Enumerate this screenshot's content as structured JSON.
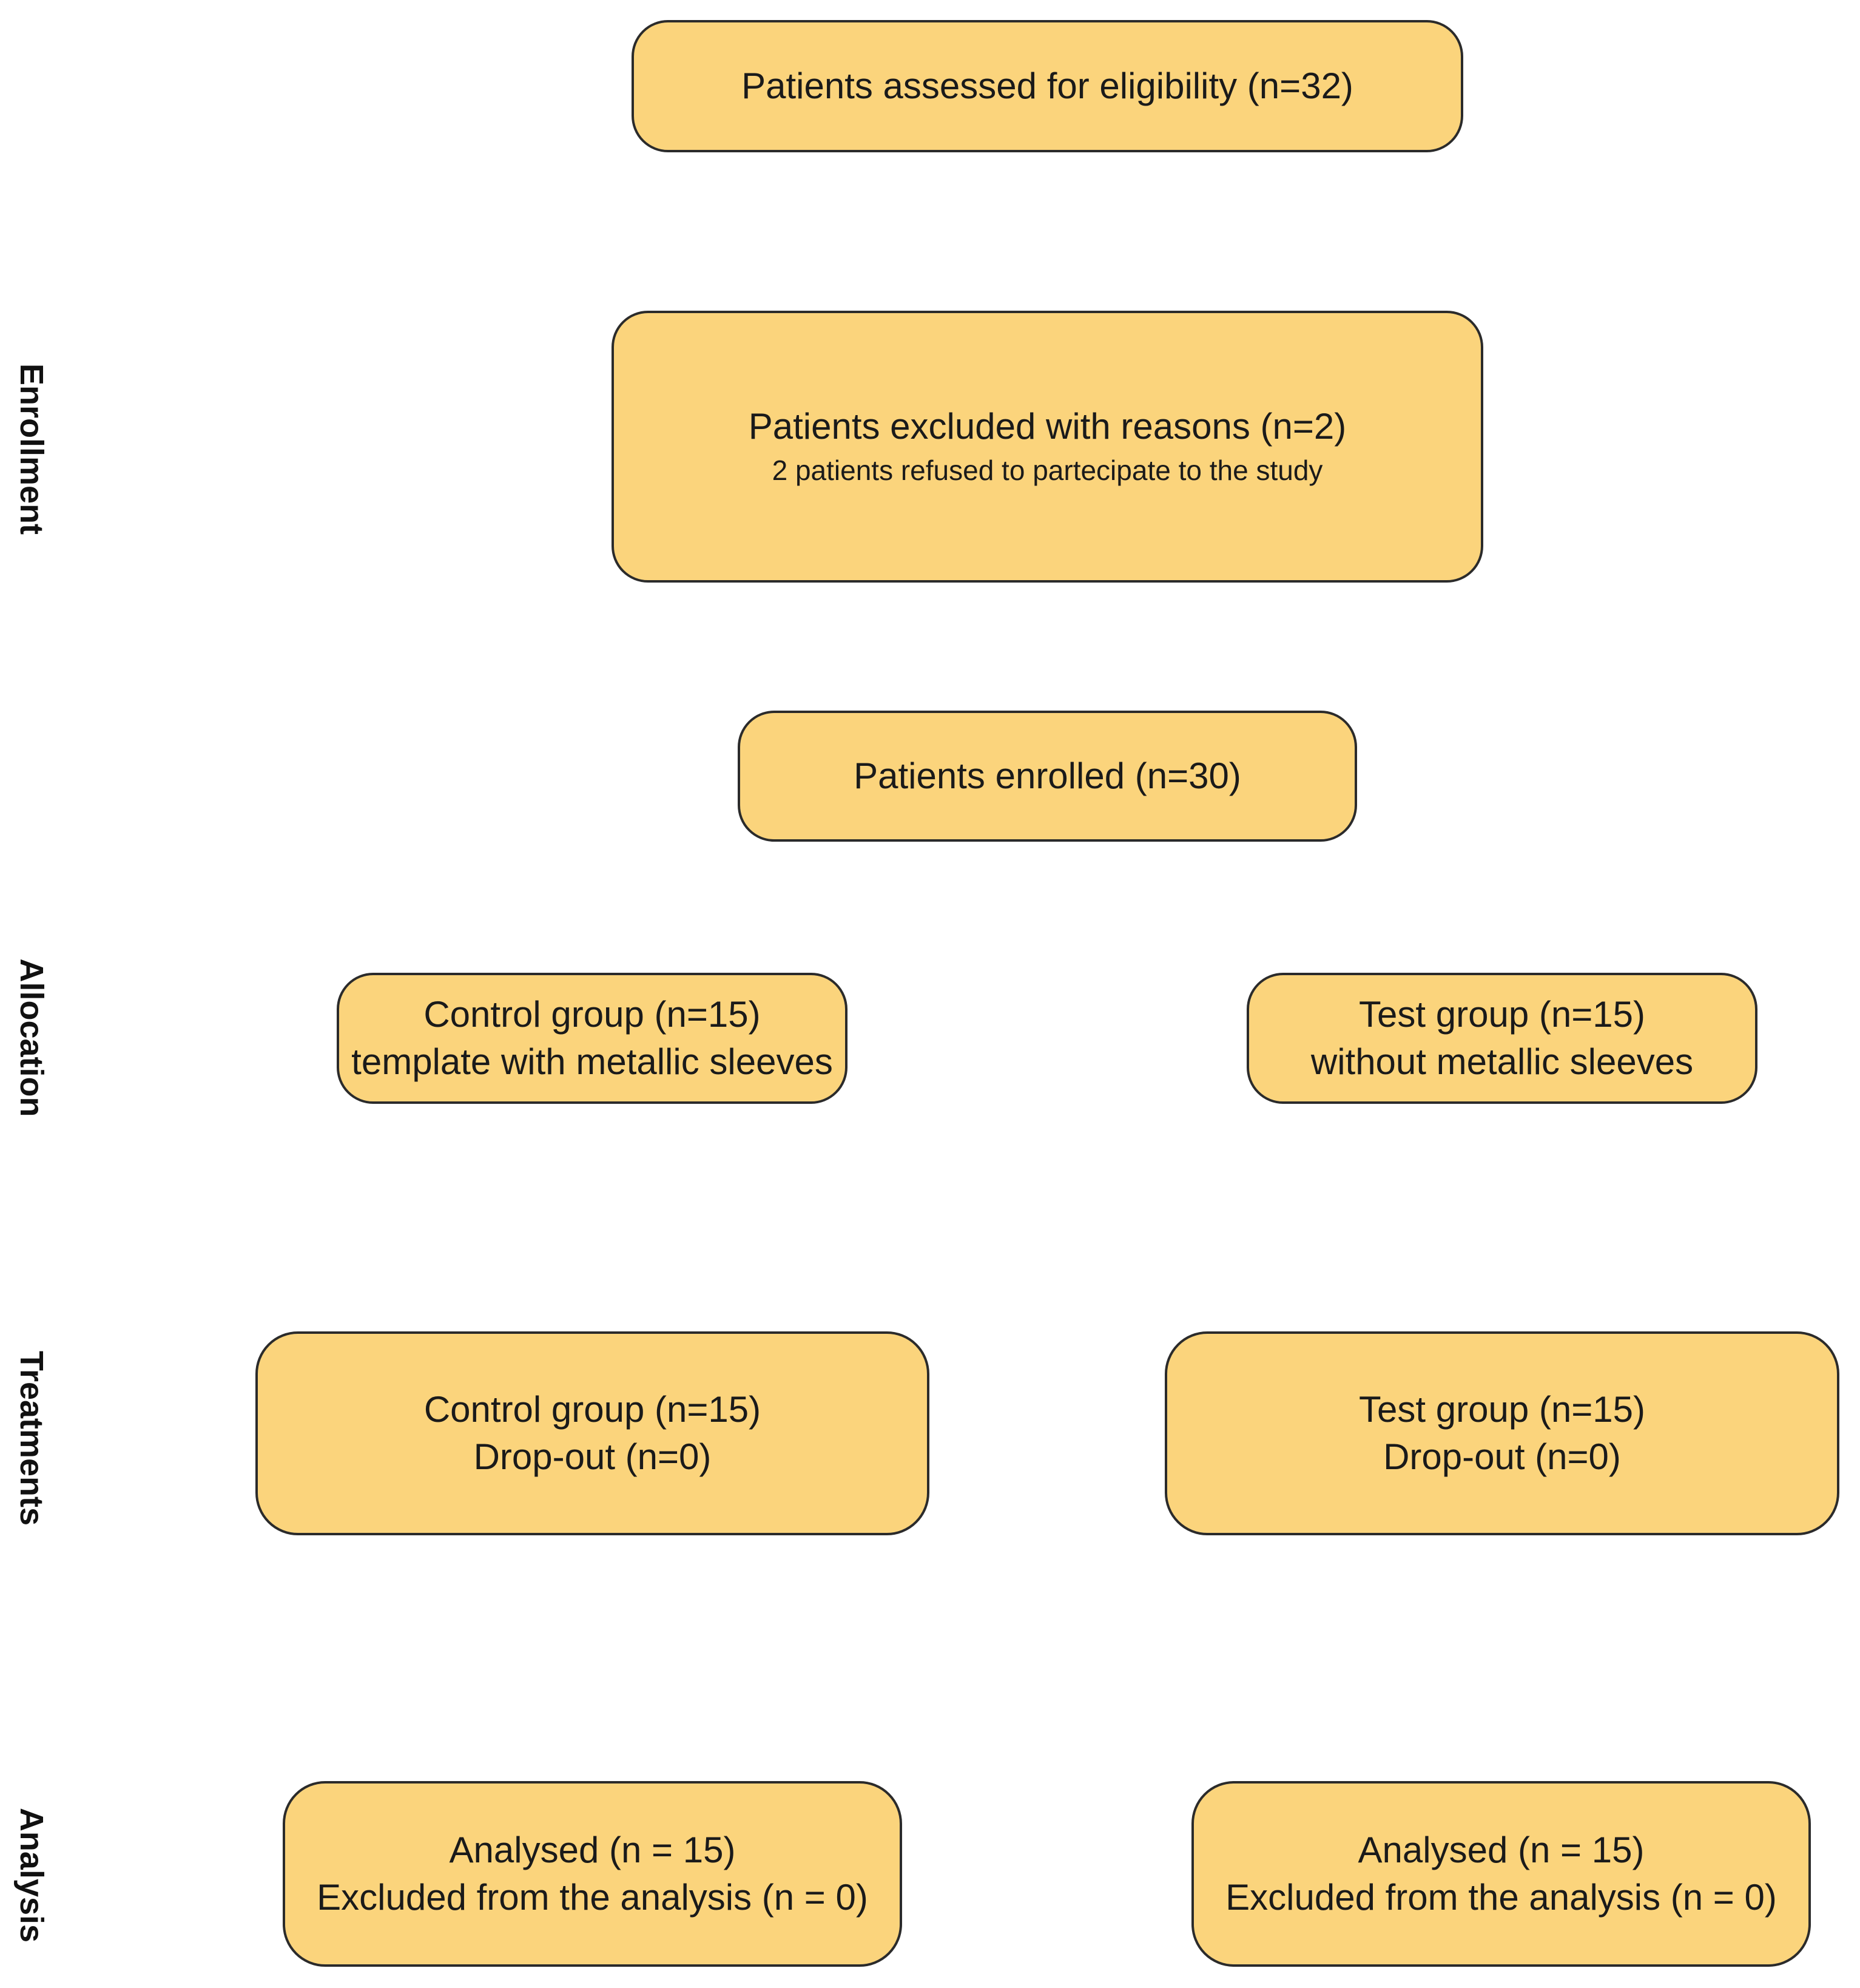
{
  "section_labels": {
    "enrollment": "Enrollment",
    "allocation": "Allocation",
    "treatments": "Treatments",
    "analysis": "Analysis"
  },
  "boxes": {
    "assessed": {
      "line1": "Patients assessed for eligibility (n=32)"
    },
    "excluded": {
      "line1": "Patients excluded with reasons (n=2)",
      "line2": "2 patients refused to partecipate to the study"
    },
    "enrolled": {
      "line1": "Patients enrolled (n=30)"
    },
    "allocation_control": {
      "line1": "Control group (n=15)",
      "line2": "template with metallic sleeves"
    },
    "allocation_test": {
      "line1": "Test group (n=15)",
      "line2": "without metallic sleeves"
    },
    "treatment_control": {
      "line1": "Control group (n=15)",
      "line2": "Drop-out (n=0)"
    },
    "treatment_test": {
      "line1": "Test group (n=15)",
      "line2": "Drop-out (n=0)"
    },
    "analysis_control": {
      "line1": "Analysed (n = 15)",
      "line2": "Excluded from the analysis (n = 0)"
    },
    "analysis_test": {
      "line1": "Analysed (n = 15)",
      "line2": "Excluded from the analysis (n = 0)"
    }
  },
  "colors": {
    "box_fill": "#fbd47c",
    "box_border": "#2b2b2b"
  }
}
